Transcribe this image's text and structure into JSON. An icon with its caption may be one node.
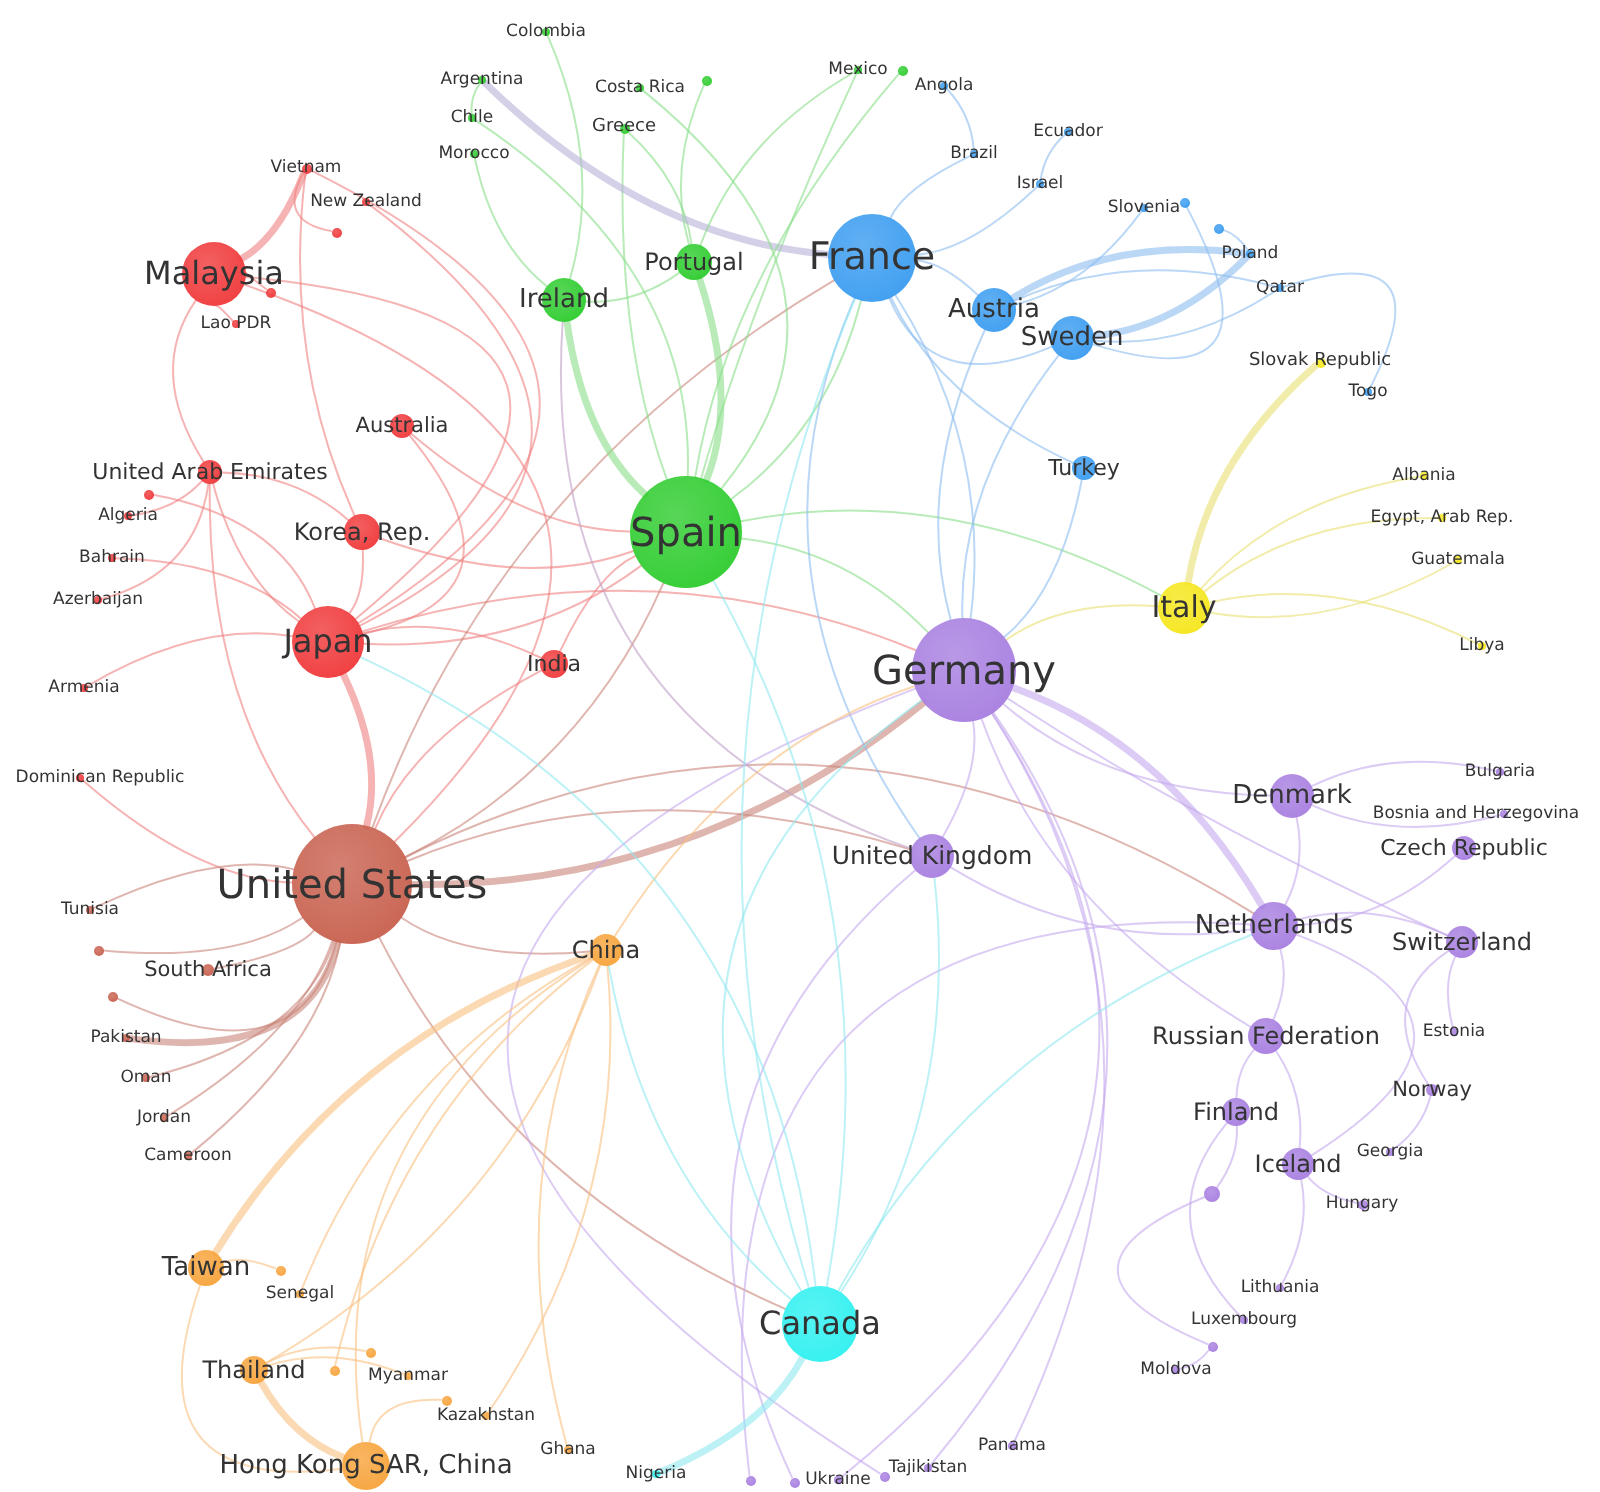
{
  "diagram": {
    "nodes": [
      {
        "text": [
          "Colombia"
        ]
      },
      {
        "text": [
          "Mexico"
        ]
      },
      {
        "text": [
          "Angola"
        ]
      },
      {
        "text": [],
        "shape": "circle"
      },
      {
        "text": [
          "Argentina"
        ]
      },
      {
        "text": [
          "Costa Rica"
        ]
      },
      {
        "text": [],
        "shape": "circle"
      },
      {
        "text": [
          "Chile"
        ]
      },
      {
        "text": [
          "Greece"
        ]
      },
      {
        "text": [
          "Vietnam"
        ]
      },
      {
        "text": [
          "Ecuador"
        ]
      },
      {
        "text": [
          "Morocco"
        ]
      },
      {
        "text": [
          "Brazil"
        ]
      },
      {
        "text": [
          "Israel"
        ]
      },
      {
        "text": [
          "Slovenia"
        ]
      },
      {
        "text": [],
        "shape": "circle"
      },
      {
        "text": [
          "New Zealand"
        ]
      },
      {
        "text": [],
        "shape": "circle"
      },
      {
        "text": [],
        "shape": "circle"
      },
      {
        "text": [
          "France"
        ]
      },
      {
        "text": [
          "Poland"
        ]
      },
      {
        "text": [
          "Malaysia"
        ]
      },
      {
        "text": [
          "Portugal"
        ]
      },
      {
        "text": [
          "Qatar"
        ]
      },
      {
        "text": [],
        "shape": "circle"
      },
      {
        "text": [
          "Ireland"
        ]
      },
      {
        "text": [
          "Austria"
        ]
      },
      {
        "text": [
          "Lao PDR"
        ]
      },
      {
        "text": [
          "Sweden"
        ]
      },
      {
        "text": [
          "Slovak Republic"
        ]
      },
      {
        "text": [
          "Togo"
        ]
      },
      {
        "text": [
          "Australia"
        ]
      },
      {
        "text": [
          "Turkey"
        ]
      },
      {
        "text": [
          "United Arab Emirates"
        ]
      },
      {
        "text": [],
        "shape": "circle"
      },
      {
        "text": [
          "Albania"
        ]
      },
      {
        "text": [
          "Algeria"
        ]
      },
      {
        "text": [
          "Egypt, Arab Rep."
        ]
      },
      {
        "text": [
          "Korea, Rep."
        ]
      },
      {
        "text": [
          "Spain"
        ]
      },
      {
        "text": [
          "Bahrain"
        ]
      },
      {
        "text": [
          "Guatemala"
        ]
      },
      {
        "text": [
          "Azerbaijan"
        ]
      },
      {
        "text": [
          "Italy"
        ]
      },
      {
        "text": [
          "Japan"
        ]
      },
      {
        "text": [
          "India"
        ]
      },
      {
        "text": [
          "Libya"
        ]
      },
      {
        "text": [
          "Germany"
        ]
      },
      {
        "text": [
          "Armenia"
        ]
      },
      {
        "text": [
          "Bulgaria"
        ]
      },
      {
        "text": [
          "Dominican Republic"
        ]
      },
      {
        "text": [
          "Denmark"
        ]
      },
      {
        "text": [
          "Bosnia and Herzegovina"
        ]
      },
      {
        "text": [
          "United Kingdom"
        ]
      },
      {
        "text": [
          "Czech Republic"
        ]
      },
      {
        "text": [
          "United States"
        ]
      },
      {
        "text": [
          "Tunisia"
        ]
      },
      {
        "text": [
          "Netherlands"
        ]
      },
      {
        "text": [
          "Switzerland"
        ]
      },
      {
        "text": [],
        "shape": "circle"
      },
      {
        "text": [
          "China"
        ]
      },
      {
        "text": [
          "South Africa"
        ]
      },
      {
        "text": [],
        "shape": "circle"
      },
      {
        "text": [
          "Estonia"
        ]
      },
      {
        "text": [
          "Russian Federation"
        ]
      },
      {
        "text": [
          "Pakistan"
        ]
      },
      {
        "text": [
          "Oman"
        ]
      },
      {
        "text": [
          "Norway"
        ]
      },
      {
        "text": [
          "Finland"
        ]
      },
      {
        "text": [
          "Jordan"
        ]
      },
      {
        "text": [
          "Georgia"
        ]
      },
      {
        "text": [
          "Cameroon"
        ]
      },
      {
        "text": [
          "Iceland"
        ]
      },
      {
        "text": [],
        "shape": "circle"
      },
      {
        "text": [
          "Hungary"
        ]
      },
      {
        "text": [
          "Taiwan"
        ]
      },
      {
        "text": [],
        "shape": "circle"
      },
      {
        "text": [
          "Lithuania"
        ]
      },
      {
        "text": [
          "Senegal"
        ]
      },
      {
        "text": [
          "Canada"
        ]
      },
      {
        "text": [
          "Luxembourg"
        ]
      },
      {
        "text": [],
        "shape": "circle"
      },
      {
        "text": [],
        "shape": "circle"
      },
      {
        "text": [
          "Thailand"
        ]
      },
      {
        "text": [],
        "shape": "circle"
      },
      {
        "text": [
          "Moldova"
        ]
      },
      {
        "text": [
          "Myanmar"
        ]
      },
      {
        "text": [],
        "shape": "circle"
      },
      {
        "text": [
          "Kazakhstan"
        ]
      },
      {
        "text": [
          "Panama"
        ]
      },
      {
        "text": [
          "Ghana"
        ]
      },
      {
        "text": [
          "Hong Kong SAR, China"
        ]
      },
      {
        "text": [
          "Nigeria"
        ]
      },
      {
        "text": [
          "Tajikistan"
        ]
      },
      {
        "text": [
          "Ukraine"
        ]
      },
      {
        "text": [],
        "shape": "circle"
      },
      {
        "text": [],
        "shape": "circle"
      },
      {
        "text": [],
        "shape": "circle"
      }
    ],
    "edges": [
      {
        "from": 21,
        "to": 9,
        "arrow": "none",
        "style": "thick",
        "color": "#f08080"
      },
      {
        "from": 21,
        "to": 44,
        "arrow": "none",
        "color": "#f08080"
      },
      {
        "from": 21,
        "to": 55,
        "arrow": "none",
        "color": "#f08080"
      },
      {
        "from": 9,
        "to": 44,
        "arrow": "none",
        "color": "#f08080"
      },
      {
        "from": 9,
        "to": 38,
        "arrow": "none",
        "color": "#f08080"
      },
      {
        "from": 16,
        "to": 44,
        "arrow": "none",
        "color": "#f08080"
      },
      {
        "from": 44,
        "to": 38,
        "arrow": "none",
        "color": "#f08080"
      },
      {
        "from": 44,
        "to": 55,
        "arrow": "none",
        "style": "thick",
        "color": "#f08080"
      },
      {
        "from": 44,
        "to": 33,
        "arrow": "none",
        "color": "#f08080"
      },
      {
        "from": 44,
        "to": 45,
        "arrow": "none",
        "color": "#f08080"
      },
      {
        "from": 44,
        "to": 39,
        "arrow": "none",
        "color": "#f08080"
      },
      {
        "from": 31,
        "to": 44,
        "arrow": "none",
        "color": "#f08080"
      },
      {
        "from": 31,
        "to": 39,
        "arrow": "none",
        "color": "#f08080"
      },
      {
        "from": 33,
        "to": 38,
        "arrow": "none",
        "color": "#f08080"
      },
      {
        "from": 33,
        "to": 55,
        "arrow": "none",
        "color": "#f08080"
      },
      {
        "from": 21,
        "to": 33,
        "arrow": "none",
        "color": "#f08080"
      },
      {
        "from": 45,
        "to": 55,
        "arrow": "none",
        "color": "#f08080"
      },
      {
        "from": 45,
        "to": 39,
        "arrow": "none",
        "color": "#f08080"
      },
      {
        "from": 38,
        "to": 39,
        "arrow": "none",
        "color": "#f08080"
      },
      {
        "from": 44,
        "to": 47,
        "arrow": "none",
        "color": "#f08080"
      },
      {
        "from": 36,
        "to": 33,
        "arrow": "none",
        "color": "#f08080"
      },
      {
        "from": 40,
        "to": 44,
        "arrow": "none",
        "color": "#f08080"
      },
      {
        "from": 42,
        "to": 33,
        "arrow": "none",
        "color": "#f08080"
      },
      {
        "from": 48,
        "to": 44,
        "arrow": "none",
        "color": "#f08080"
      },
      {
        "from": 50,
        "to": 55,
        "arrow": "none",
        "color": "#f08080"
      },
      {
        "from": 27,
        "to": 21,
        "arrow": "none",
        "color": "#f08080"
      },
      {
        "from": 24,
        "to": 21,
        "arrow": "none",
        "color": "#f08080"
      },
      {
        "from": 18,
        "to": 9,
        "arrow": "none",
        "color": "#f08080"
      },
      {
        "from": 34,
        "to": 44,
        "arrow": "none",
        "color": "#f08080"
      },
      {
        "from": 55,
        "to": 39,
        "arrow": "none",
        "color": "#c9857a"
      },
      {
        "from": 55,
        "to": 47,
        "arrow": "none",
        "style": "thick",
        "color": "#c9857a"
      },
      {
        "from": 55,
        "to": 53,
        "arrow": "none",
        "color": "#c9857a"
      },
      {
        "from": 55,
        "to": 60,
        "arrow": "none",
        "color": "#c9857a"
      },
      {
        "from": 55,
        "to": 61,
        "arrow": "none",
        "color": "#c9857a"
      },
      {
        "from": 55,
        "to": 65,
        "arrow": "none",
        "style": "thick",
        "color": "#c9857a"
      },
      {
        "from": 55,
        "to": 57,
        "arrow": "none",
        "color": "#c9857a"
      },
      {
        "from": 55,
        "to": 79,
        "arrow": "none",
        "color": "#c9857a"
      },
      {
        "from": 56,
        "to": 55,
        "arrow": "none",
        "color": "#c9857a"
      },
      {
        "from": 59,
        "to": 55,
        "arrow": "none",
        "color": "#c9857a"
      },
      {
        "from": 62,
        "to": 55,
        "arrow": "none",
        "color": "#c9857a"
      },
      {
        "from": 66,
        "to": 55,
        "arrow": "none",
        "color": "#c9857a"
      },
      {
        "from": 69,
        "to": 55,
        "arrow": "none",
        "color": "#c9857a"
      },
      {
        "from": 71,
        "to": 55,
        "arrow": "none",
        "color": "#c9857a"
      },
      {
        "from": 55,
        "to": 19,
        "arrow": "none",
        "color": "#c9857a"
      },
      {
        "from": 39,
        "to": 22,
        "arrow": "none",
        "style": "thick",
        "color": "#88dd88"
      },
      {
        "from": 39,
        "to": 25,
        "arrow": "none",
        "style": "thick",
        "color": "#88dd88"
      },
      {
        "from": 39,
        "to": 19,
        "arrow": "none",
        "color": "#88dd88"
      },
      {
        "from": 39,
        "to": 47,
        "arrow": "none",
        "color": "#88dd88"
      },
      {
        "from": 39,
        "to": 8,
        "arrow": "none",
        "color": "#88dd88"
      },
      {
        "from": 39,
        "to": 7,
        "arrow": "none",
        "color": "#88dd88"
      },
      {
        "from": 39,
        "to": 1,
        "arrow": "none",
        "color": "#88dd88"
      },
      {
        "from": 22,
        "to": 25,
        "arrow": "none",
        "color": "#88dd88"
      },
      {
        "from": 22,
        "to": 8,
        "arrow": "none",
        "color": "#88dd88"
      },
      {
        "from": 0,
        "to": 25,
        "arrow": "none",
        "color": "#88dd88"
      },
      {
        "from": 4,
        "to": 7,
        "arrow": "none",
        "color": "#88dd88"
      },
      {
        "from": 4,
        "to": 19,
        "arrow": "none",
        "style": "thick",
        "color": "#b8b0d8"
      },
      {
        "from": 11,
        "to": 25,
        "arrow": "none",
        "color": "#88dd88"
      },
      {
        "from": 5,
        "to": 39,
        "arrow": "none",
        "color": "#88dd88"
      },
      {
        "from": 6,
        "to": 22,
        "arrow": "none",
        "color": "#88dd88"
      },
      {
        "from": 3,
        "to": 39,
        "arrow": "none",
        "color": "#88dd88"
      },
      {
        "from": 1,
        "to": 22,
        "arrow": "none",
        "color": "#88dd88"
      },
      {
        "from": 25,
        "to": 53,
        "arrow": "none",
        "color": "#c0a0c8"
      },
      {
        "from": 39,
        "to": 43,
        "arrow": "none",
        "color": "#88dd88"
      },
      {
        "from": 19,
        "to": 26,
        "arrow": "none",
        "color": "#8cbcf0"
      },
      {
        "from": 19,
        "to": 28,
        "arrow": "none",
        "color": "#8cbcf0"
      },
      {
        "from": 19,
        "to": 47,
        "arrow": "none",
        "color": "#8cbcf0"
      },
      {
        "from": 19,
        "to": 32,
        "arrow": "none",
        "color": "#8cbcf0"
      },
      {
        "from": 19,
        "to": 12,
        "arrow": "none",
        "color": "#8cbcf0"
      },
      {
        "from": 19,
        "to": 13,
        "arrow": "none",
        "color": "#8cbcf0"
      },
      {
        "from": 26,
        "to": 20,
        "arrow": "none",
        "style": "thick",
        "color": "#8cbcf0"
      },
      {
        "from": 28,
        "to": 20,
        "arrow": "none",
        "style": "thick",
        "color": "#8cbcf0"
      },
      {
        "from": 26,
        "to": 23,
        "arrow": "none",
        "color": "#8cbcf0"
      },
      {
        "from": 28,
        "to": 23,
        "arrow": "none",
        "color": "#8cbcf0"
      },
      {
        "from": 2,
        "to": 12,
        "arrow": "none",
        "color": "#8cbcf0"
      },
      {
        "from": 10,
        "to": 13,
        "arrow": "none",
        "color": "#8cbcf0"
      },
      {
        "from": 14,
        "to": 26,
        "arrow": "none",
        "color": "#8cbcf0"
      },
      {
        "from": 15,
        "to": 28,
        "arrow": "none",
        "color": "#8cbcf0"
      },
      {
        "from": 17,
        "to": 20,
        "arrow": "none",
        "color": "#8cbcf0"
      },
      {
        "from": 30,
        "to": 23,
        "arrow": "none",
        "color": "#8cbcf0"
      },
      {
        "from": 32,
        "to": 47,
        "arrow": "none",
        "color": "#8cbcf0"
      },
      {
        "from": 28,
        "to": 47,
        "arrow": "none",
        "color": "#8cbcf0"
      },
      {
        "from": 19,
        "to": 53,
        "arrow": "none",
        "color": "#8cbcf0"
      },
      {
        "from": 26,
        "to": 47,
        "arrow": "none",
        "color": "#8cbcf0"
      },
      {
        "from": 43,
        "to": 29,
        "arrow": "none",
        "style": "thick",
        "color": "#e8e070"
      },
      {
        "from": 43,
        "to": 35,
        "arrow": "none",
        "color": "#e8e070"
      },
      {
        "from": 43,
        "to": 37,
        "arrow": "none",
        "color": "#e8e070"
      },
      {
        "from": 43,
        "to": 41,
        "arrow": "none",
        "color": "#e8e070"
      },
      {
        "from": 43,
        "to": 46,
        "arrow": "none",
        "color": "#e8e070"
      },
      {
        "from": 43,
        "to": 47,
        "arrow": "none",
        "color": "#e8e070"
      },
      {
        "from": 47,
        "to": 57,
        "arrow": "none",
        "style": "thick",
        "color": "#c4a8ec"
      },
      {
        "from": 47,
        "to": 51,
        "arrow": "none",
        "color": "#c4a8ec"
      },
      {
        "from": 47,
        "to": 53,
        "arrow": "none",
        "color": "#c4a8ec"
      },
      {
        "from": 47,
        "to": 64,
        "arrow": "none",
        "color": "#c4a8ec"
      },
      {
        "from": 47,
        "to": 58,
        "arrow": "none",
        "color": "#c4a8ec"
      },
      {
        "from": 53,
        "to": 57,
        "arrow": "none",
        "color": "#c4a8ec"
      },
      {
        "from": 57,
        "to": 64,
        "arrow": "none",
        "color": "#c4a8ec"
      },
      {
        "from": 57,
        "to": 51,
        "arrow": "none",
        "color": "#c4a8ec"
      },
      {
        "from": 57,
        "to": 58,
        "arrow": "none",
        "color": "#c4a8ec"
      },
      {
        "from": 64,
        "to": 68,
        "arrow": "none",
        "color": "#c4a8ec"
      },
      {
        "from": 64,
        "to": 72,
        "arrow": "none",
        "color": "#c4a8ec"
      },
      {
        "from": 57,
        "to": 72,
        "arrow": "none",
        "color": "#c4a8ec"
      },
      {
        "from": 51,
        "to": 49,
        "arrow": "none",
        "color": "#c4a8ec"
      },
      {
        "from": 51,
        "to": 52,
        "arrow": "none",
        "color": "#c4a8ec"
      },
      {
        "from": 54,
        "to": 57,
        "arrow": "none",
        "color": "#c4a8ec"
      },
      {
        "from": 58,
        "to": 63,
        "arrow": "none",
        "color": "#c4a8ec"
      },
      {
        "from": 58,
        "to": 67,
        "arrow": "none",
        "color": "#c4a8ec"
      },
      {
        "from": 72,
        "to": 74,
        "arrow": "none",
        "color": "#c4a8ec"
      },
      {
        "from": 68,
        "to": 73,
        "arrow": "none",
        "color": "#c4a8ec"
      },
      {
        "from": 73,
        "to": 81,
        "arrow": "none",
        "color": "#c4a8ec"
      },
      {
        "from": 81,
        "to": 85,
        "arrow": "none",
        "color": "#c4a8ec"
      },
      {
        "from": 77,
        "to": 72,
        "arrow": "none",
        "color": "#c4a8ec"
      },
      {
        "from": 80,
        "to": 68,
        "arrow": "none",
        "color": "#c4a8ec"
      },
      {
        "from": 47,
        "to": 89,
        "arrow": "none",
        "color": "#c4a8ec"
      },
      {
        "from": 47,
        "to": 93,
        "arrow": "none",
        "color": "#c4a8ec"
      },
      {
        "from": 47,
        "to": 94,
        "arrow": "none",
        "color": "#c4a8ec"
      },
      {
        "from": 95,
        "to": 57,
        "arrow": "none",
        "color": "#c4a8ec"
      },
      {
        "from": 96,
        "to": 53,
        "arrow": "none",
        "color": "#c4a8ec"
      },
      {
        "from": 97,
        "to": 47,
        "arrow": "none",
        "color": "#c4a8ec"
      },
      {
        "from": 70,
        "to": 67,
        "arrow": "none",
        "color": "#c4a8ec"
      },
      {
        "from": 75,
        "to": 60,
        "arrow": "none",
        "style": "thick",
        "color": "#f8c080"
      },
      {
        "from": 83,
        "to": 91,
        "arrow": "none",
        "style": "thick",
        "color": "#f8c080"
      },
      {
        "from": 60,
        "to": 91,
        "arrow": "none",
        "color": "#f8c080"
      },
      {
        "from": 60,
        "to": 83,
        "arrow": "none",
        "color": "#f8c080"
      },
      {
        "from": 75,
        "to": 91,
        "arrow": "none",
        "color": "#f8c080"
      },
      {
        "from": 76,
        "to": 75,
        "arrow": "none",
        "color": "#f8c080"
      },
      {
        "from": 78,
        "to": 60,
        "arrow": "none",
        "color": "#f8c080"
      },
      {
        "from": 82,
        "to": 83,
        "arrow": "none",
        "color": "#f8c080"
      },
      {
        "from": 84,
        "to": 60,
        "arrow": "none",
        "color": "#f8c080"
      },
      {
        "from": 86,
        "to": 83,
        "arrow": "none",
        "color": "#f8c080"
      },
      {
        "from": 87,
        "to": 91,
        "arrow": "none",
        "color": "#f8c080"
      },
      {
        "from": 88,
        "to": 60,
        "arrow": "none",
        "color": "#f8c080"
      },
      {
        "from": 90,
        "to": 60,
        "arrow": "none",
        "color": "#f8c080"
      },
      {
        "from": 60,
        "to": 47,
        "arrow": "none",
        "color": "#f8c080"
      },
      {
        "from": 79,
        "to": 92,
        "arrow": "none",
        "style": "thick",
        "color": "#90e8f0"
      },
      {
        "from": 79,
        "to": 39,
        "arrow": "none",
        "color": "#90e8f0"
      },
      {
        "from": 79,
        "to": 47,
        "arrow": "none",
        "color": "#90e8f0"
      },
      {
        "from": 79,
        "to": 19,
        "arrow": "none",
        "color": "#90e8f0"
      },
      {
        "from": 79,
        "to": 60,
        "arrow": "none",
        "color": "#90e8f0"
      },
      {
        "from": 79,
        "to": 53,
        "arrow": "none",
        "color": "#90e8f0"
      },
      {
        "from": 79,
        "to": 57,
        "arrow": "none",
        "color": "#90e8f0"
      },
      {
        "from": 79,
        "to": 44,
        "arrow": "none",
        "color": "#90e8f0"
      }
    ]
  }
}
